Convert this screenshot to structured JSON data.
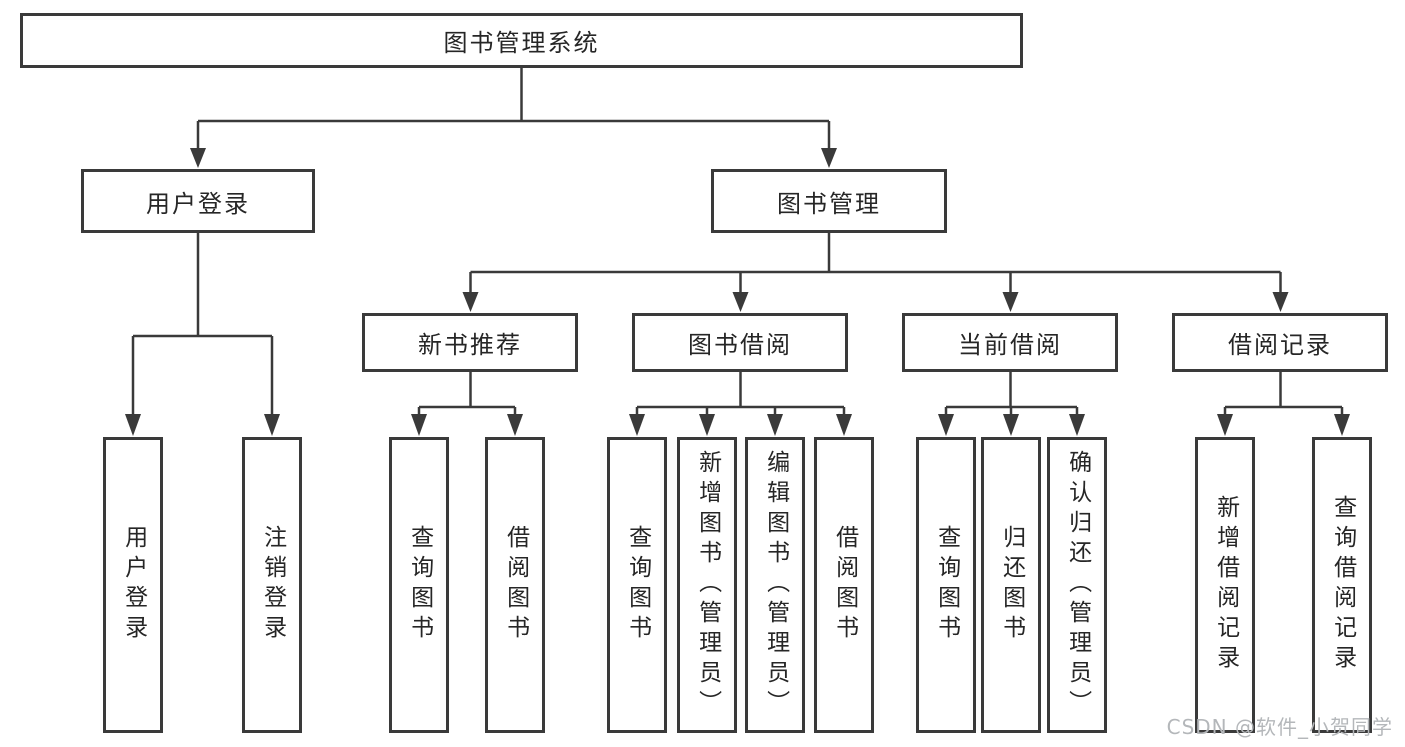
{
  "diagram": {
    "root": {
      "label": "图书管理系统"
    },
    "level2": [
      {
        "label": "用户登录"
      },
      {
        "label": "图书管理"
      }
    ],
    "level3": [
      {
        "label": "新书推荐"
      },
      {
        "label": "图书借阅"
      },
      {
        "label": "当前借阅"
      },
      {
        "label": "借阅记录"
      }
    ],
    "level4": [
      {
        "label": "用户登录"
      },
      {
        "label": "注销登录"
      },
      {
        "label": "查询图书"
      },
      {
        "label": "借阅图书"
      },
      {
        "label": "查询图书"
      },
      {
        "label": "新增图书（管理员）"
      },
      {
        "label": "编辑图书（管理员）"
      },
      {
        "label": "借阅图书"
      },
      {
        "label": "查询图书"
      },
      {
        "label": "归还图书"
      },
      {
        "label": "确认归还（管理员）"
      },
      {
        "label": "新增借阅记录"
      },
      {
        "label": "查询借阅记录"
      }
    ]
  },
  "watermark": {
    "text": "CSDN @软件_小贺同学"
  },
  "colors": {
    "line": "#3a3a3a",
    "box_border": "#3a3a3a",
    "box_fill": "#ffffff",
    "text": "#262626",
    "watermark": "#b4b7ba",
    "background": "#ffffff"
  }
}
